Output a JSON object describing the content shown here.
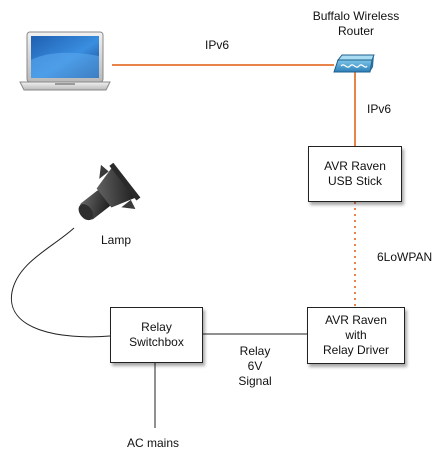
{
  "nodes": {
    "router": {
      "lines": [
        "Buffalo Wireless",
        "Router"
      ]
    },
    "usb_stick": {
      "lines": [
        "AVR Raven",
        "USB Stick"
      ]
    },
    "relay_driver": {
      "lines": [
        "AVR Raven",
        "with",
        "Relay Driver"
      ]
    },
    "switchbox": {
      "lines": [
        "Relay",
        "Switchbox"
      ]
    },
    "lamp": {
      "label": "Lamp"
    },
    "ac_mains": {
      "label": "AC mains"
    }
  },
  "links": {
    "laptop_router": {
      "label": "IPv6",
      "color": "#e8834a",
      "style": "solid"
    },
    "router_usb": {
      "label": "IPv6",
      "color": "#e8834a",
      "style": "solid"
    },
    "usb_relay_driver": {
      "label": "6LoWPAN",
      "color": "#e8834a",
      "style": "dotted"
    },
    "driver_switchbox": {
      "lines": [
        "Relay",
        "6V",
        "Signal"
      ],
      "color": "#222222",
      "style": "solid"
    }
  },
  "icons": {
    "laptop": "laptop-icon",
    "router": "router-icon",
    "lamp": "spotlight-lamp-icon"
  }
}
